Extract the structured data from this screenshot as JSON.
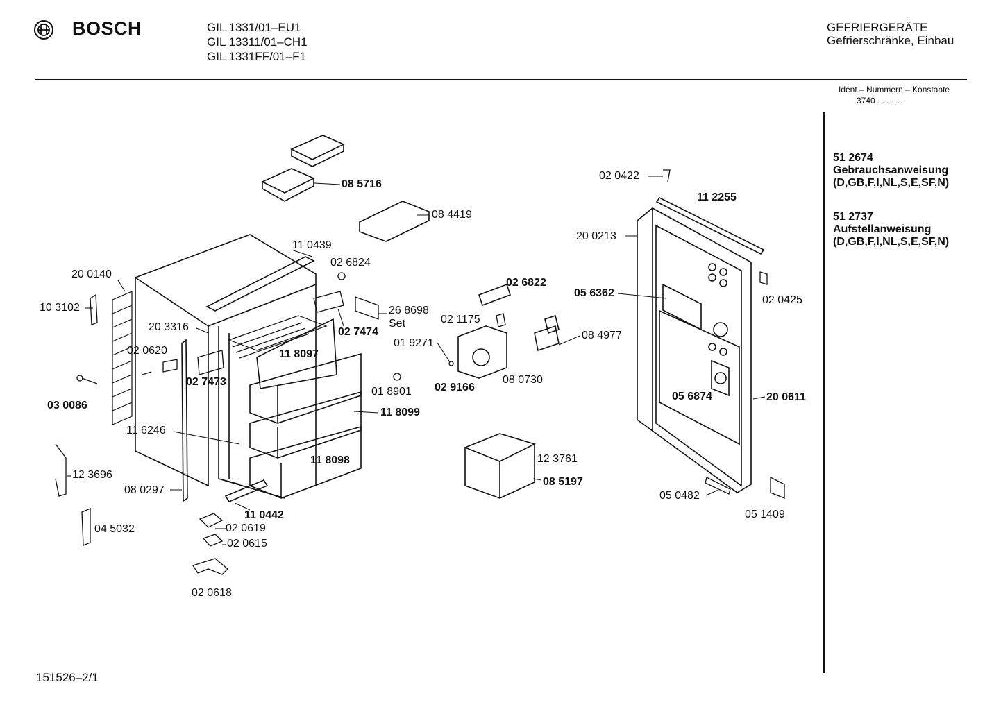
{
  "header": {
    "brand": "BOSCH",
    "models": [
      "GIL 1331/01–EU1",
      "GIL 13311/01–CH1",
      "GIL 1331FF/01–F1"
    ],
    "category": "GEFRIERGERÄTE",
    "subcategory": "Gefrierschränke, Einbau"
  },
  "ident": {
    "label": "Ident – Nummern – Konstante",
    "value": "3740 .  .  .  .  .  ."
  },
  "documents": [
    {
      "number": "51 2674",
      "title": "Gebrauchsanweisung",
      "languages": "(D,GB,F,I,NL,S,E,SF,N)"
    },
    {
      "number": "51 2737",
      "title": "Aufstellanweisung",
      "languages": "(D,GB,F,I,NL,S,E,SF,N)"
    }
  ],
  "footer": "151526–2/1",
  "parts": {
    "p085716": "08 5716",
    "p084419": "08 4419",
    "p110439": "11 0439",
    "p026824": "02 6824",
    "p200140": "20 0140",
    "p103102": "10 3102",
    "p268698": "26 8698",
    "set": "Set",
    "p203316": "20 3316",
    "p027474": "02 7474",
    "p020620": "02 0620",
    "p118097": "11 8097",
    "p027473": "02 7473",
    "p030086": "03 0086",
    "p019271": "01 9271",
    "p018901": "01 8901",
    "p118099": "11 8099",
    "p116246": "11 6246",
    "p123696": "12 3696",
    "p118098": "11 8098",
    "p080297": "08 0297",
    "p110442": "11 0442",
    "p045032": "04 5032",
    "p020619": "02 0619",
    "p020615": "02 0615",
    "p020618": "02 0618",
    "p026822": "02 6822",
    "p021175": "02 1175",
    "p084977": "08 4977",
    "p029166": "02 9166",
    "p080730": "08 0730",
    "p123761": "12 3761",
    "p085197": "08 5197",
    "p020422": "02 0422",
    "p112255": "11 2255",
    "p200213": "20 0213",
    "p056362": "05 6362",
    "p020425": "02 0425",
    "p056874": "05 6874",
    "p200611": "20 0611",
    "p050482": "05 0482",
    "p051409": "05 1409"
  }
}
